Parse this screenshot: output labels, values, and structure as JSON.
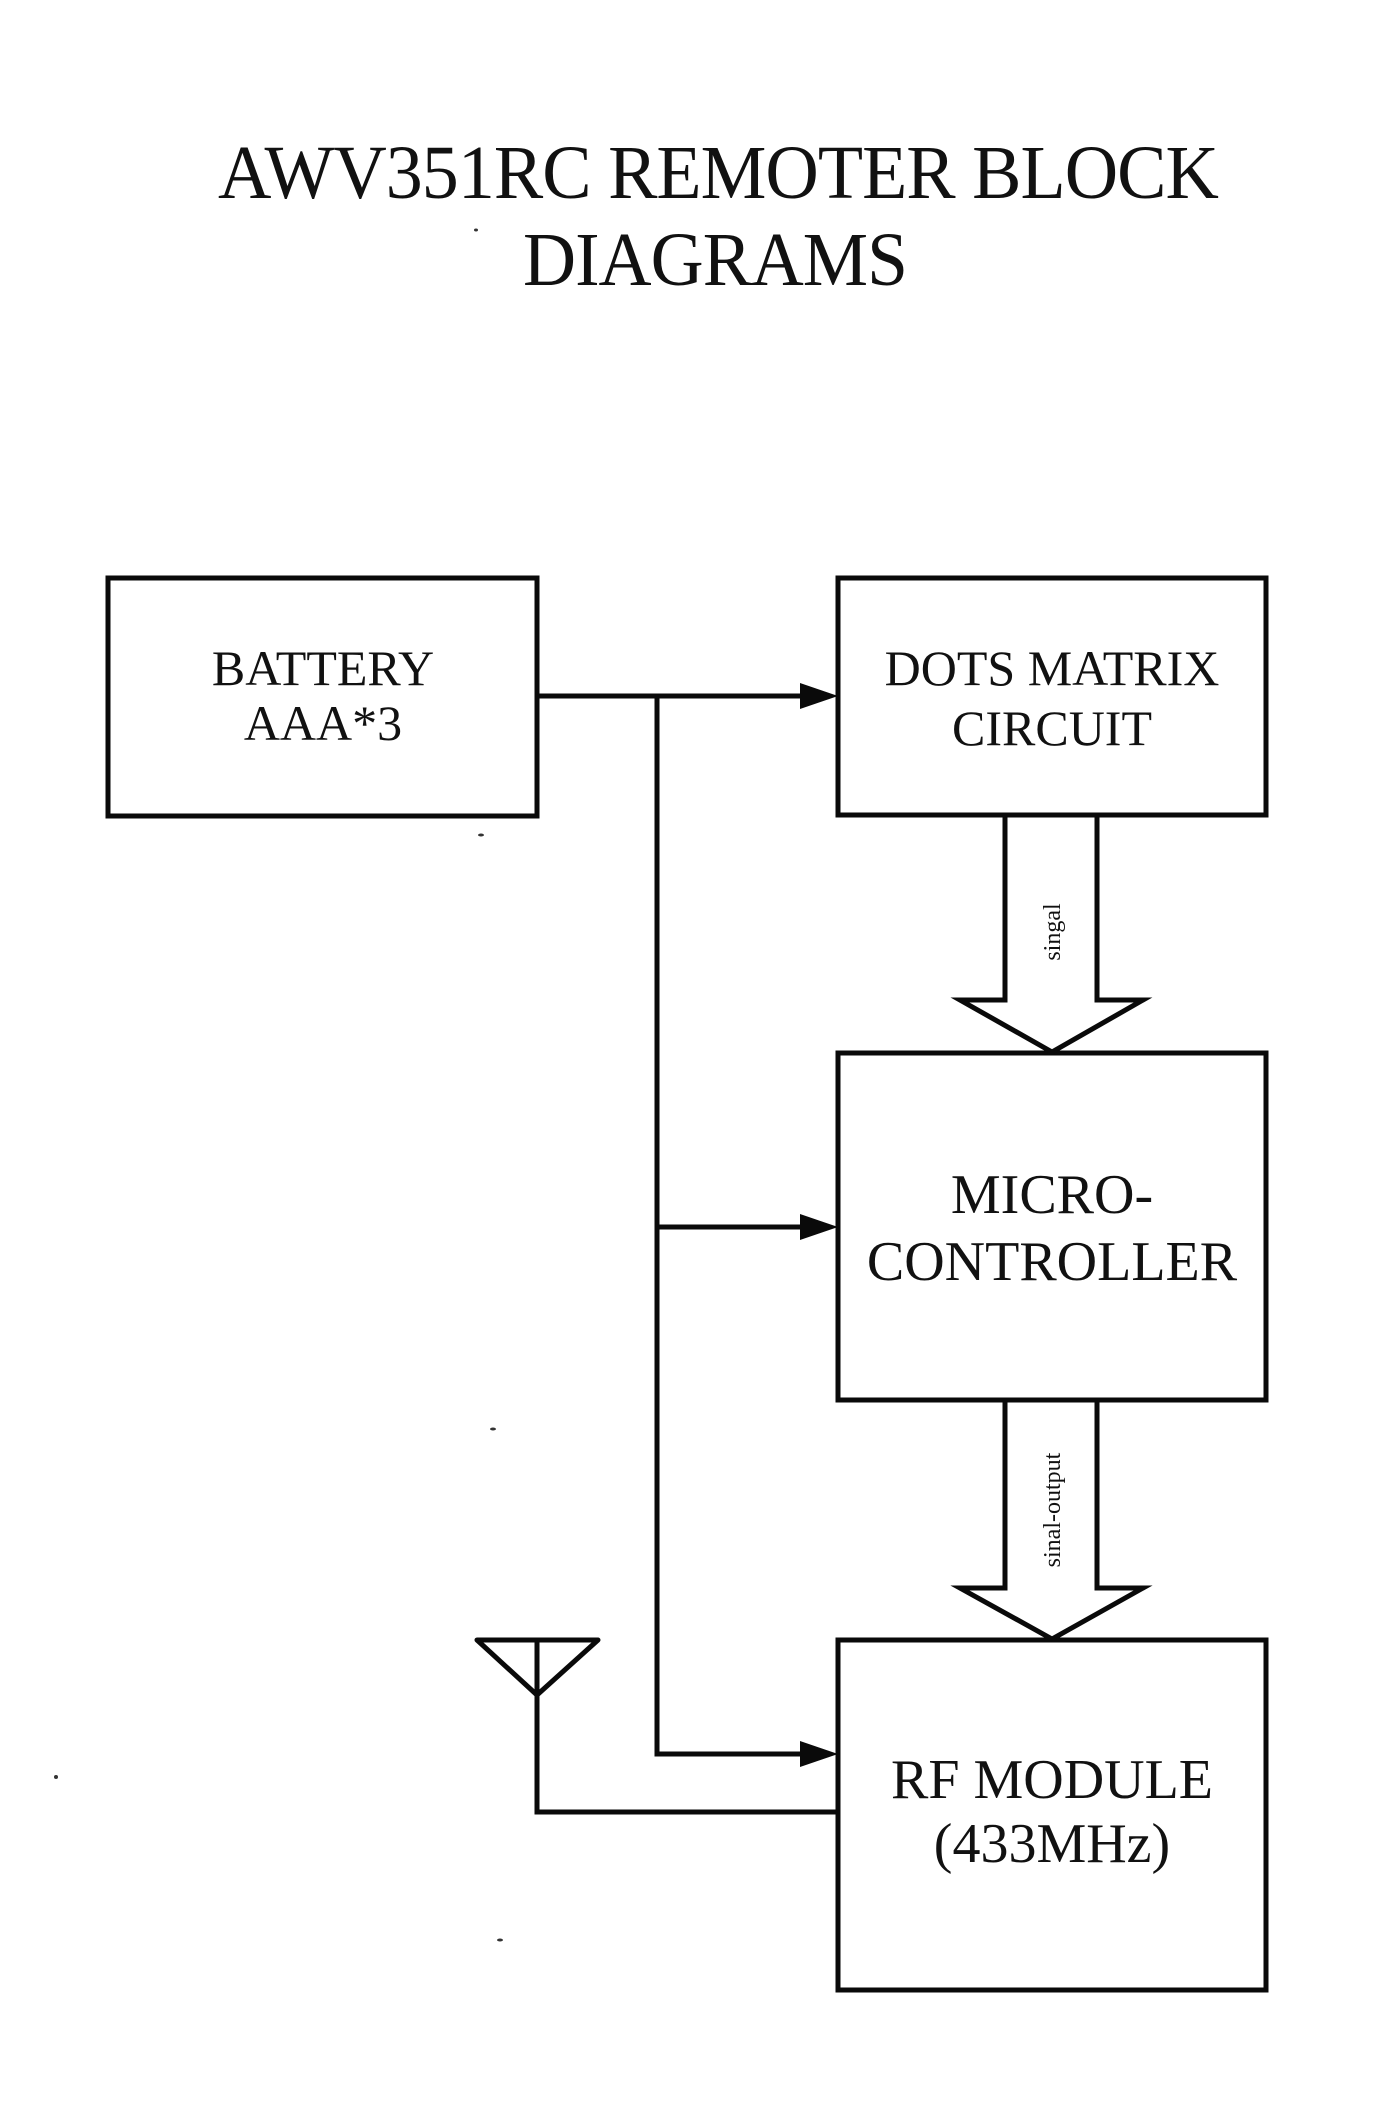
{
  "title": {
    "line1": "AWV351RC REMOTER BLOCK",
    "line2": "DIAGRAMS"
  },
  "blocks": {
    "battery": {
      "line1": "BATTERY",
      "line2": "AAA*3"
    },
    "dots_matrix": {
      "line1": "DOTS MATRIX",
      "line2": "CIRCUIT"
    },
    "microcontroller": {
      "line1": "MICRO-",
      "line2": "CONTROLLER"
    },
    "rf_module": {
      "line1": "RF MODULE",
      "line2": "(433MHz)"
    }
  },
  "connections": {
    "dots_to_micro_label": "singal",
    "micro_to_rf_label": "sinal-output"
  },
  "icons": {
    "antenna": "antenna-icon"
  },
  "colors": {
    "ink": "#0a0a0a",
    "paper": "#ffffff"
  }
}
